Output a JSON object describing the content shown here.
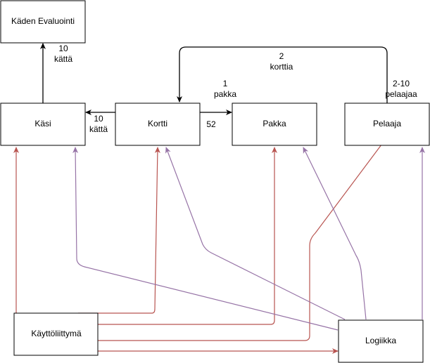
{
  "nodes": {
    "kaden_evaluointi": "Käden Evaluointi",
    "kasi": "Käsi",
    "kortti": "Kortti",
    "pakka": "Pakka",
    "pelaaja": "Pelaaja",
    "kayttoliittyma": "Käyttöliittymä",
    "logiikka": "Logiikka"
  },
  "edge_labels": {
    "kasi_to_eval": [
      "10",
      "kättä"
    ],
    "kortti_to_kasi": [
      "10",
      "kättä"
    ],
    "pakka_near": [
      "1",
      "pakka"
    ],
    "kortti_near": "52",
    "pelaaja_to_kortti": [
      "2",
      "korttia"
    ],
    "pelaaja_near": [
      "2-10",
      "pelaajaa"
    ]
  },
  "colors": {
    "red_edge": "#b85450",
    "purple_edge": "#9673a6"
  }
}
